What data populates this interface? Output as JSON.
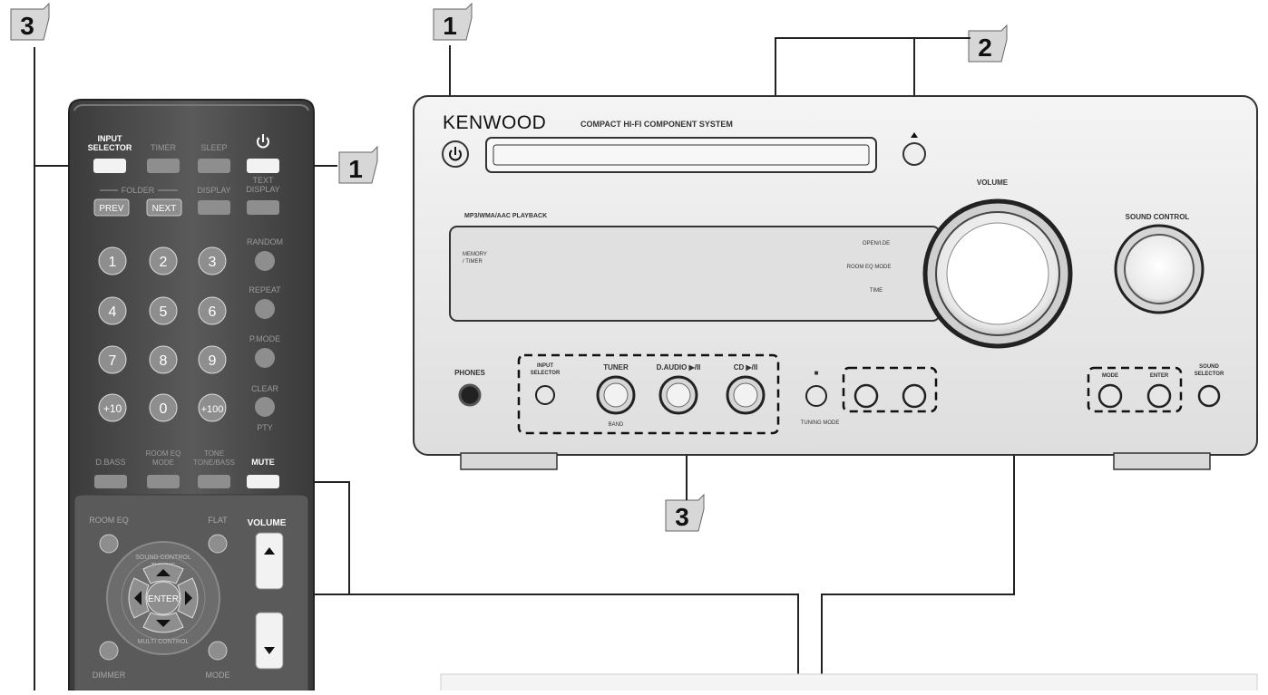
{
  "callouts": {
    "n1": "1",
    "n2": "2",
    "n3": "3"
  },
  "remote": {
    "input_selector": [
      "INPUT",
      "SELECTOR"
    ],
    "timer": "TIMER",
    "sleep": "SLEEP",
    "folder": "FOLDER",
    "prev": "PREV",
    "next": "NEXT",
    "display": "DISPLAY",
    "text_display": [
      "TEXT",
      "DISPLAY"
    ],
    "random": "RANDOM",
    "repeat": "REPEAT",
    "pmode": "P.MODE",
    "clear": "CLEAR",
    "pty": "PTY",
    "digits": [
      "1",
      "2",
      "3",
      "4",
      "5",
      "6",
      "7",
      "8",
      "9",
      "+10",
      "0",
      "+100"
    ],
    "dbass": "D.BASS",
    "room_eq_mode": [
      "ROOM EQ",
      "MODE"
    ],
    "tone": [
      "TONE",
      "TONE/BASS"
    ],
    "mute": "MUTE",
    "room_eq": "ROOM EQ",
    "flat": "FLAT",
    "volume": "VOLUME",
    "enter": "ENTER",
    "dimmer": "DIMMER",
    "mode": "MODE",
    "sound_control": "SOUND CONTROL",
    "tuning": "TUNING",
    "multi_control": "MULTI CONTROL"
  },
  "unit": {
    "brand": "KENWOOD",
    "subtitle": "COMPACT HI-FI COMPONENT SYSTEM",
    "playback": "MP3/WMA/AAC PLAYBACK",
    "volume": "VOLUME",
    "sound_control": "SOUND CONTROL",
    "phones": "PHONES",
    "input_selector": [
      "INPUT",
      "SELECTOR"
    ],
    "tuner": "TUNER",
    "band": "BAND",
    "dlaudio": "D.AUDIO ▶/II",
    "cd": "CD ▶/II",
    "tuning_mode": "TUNING MODE",
    "stop": "■",
    "mode": "MODE",
    "enter": "ENTER",
    "sound_selector": [
      "SOUND",
      "SELECTOR"
    ],
    "display_left": [
      "MEMORY",
      "/ TIMER"
    ],
    "display_right": [
      "OPEN/I.DE",
      "ROOM EQ MODE",
      "TIME"
    ]
  }
}
